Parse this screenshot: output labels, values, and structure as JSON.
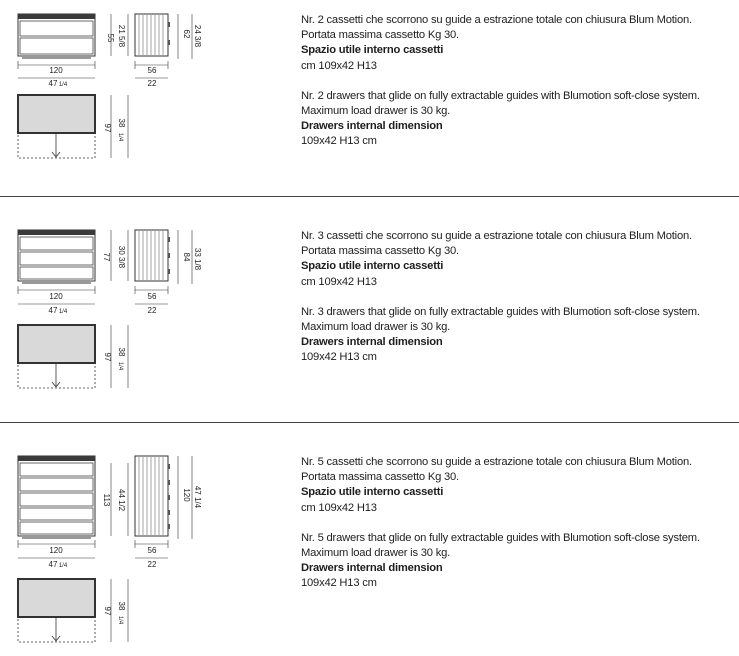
{
  "sections": [
    {
      "front": {
        "width_cm": "120",
        "width_in": "47",
        "width_in_frac": "1/4",
        "height_cm": "55",
        "height_in": "21 5/8"
      },
      "side": {
        "depth_cm": "56",
        "depth_in": "22",
        "height_cm": "62",
        "height_in": "24 3/8"
      },
      "top": {
        "depth_cm": "97",
        "depth_in": "38",
        "depth_in_frac": "1/4"
      },
      "drawers": 2,
      "it_line1": "Nr. 2 cassetti che scorrono su guide a estrazione totale con chiusura Blum Motion.",
      "it_line2": "Portata massima cassetto Kg 30.",
      "it_title": "Spazio utile interno cassetti",
      "it_dim": "cm 109x42 H13",
      "en_line1": "Nr. 2 drawers that glide on fully extractable guides with Blumotion soft-close system.",
      "en_line2": "Maximum load drawer is 30 kg.",
      "en_title": "Drawers internal dimension",
      "en_dim": "109x42 H13 cm"
    },
    {
      "front": {
        "width_cm": "120",
        "width_in": "47",
        "width_in_frac": "1/4",
        "height_cm": "77",
        "height_in": "30 3/8"
      },
      "side": {
        "depth_cm": "56",
        "depth_in": "22",
        "height_cm": "84",
        "height_in": "33 1/8"
      },
      "top": {
        "depth_cm": "97",
        "depth_in": "38",
        "depth_in_frac": "1/4"
      },
      "drawers": 3,
      "it_line1": "Nr. 3 cassetti che scorrono su guide a estrazione totale con chiusura Blum Motion.",
      "it_line2": "Portata massima cassetto Kg 30.",
      "it_title": "Spazio utile interno cassetti",
      "it_dim": "cm 109x42 H13",
      "en_line1": "Nr. 3 drawers that glide on fully extractable guides with Blumotion soft-close system.",
      "en_line2": "Maximum load drawer is 30 kg.",
      "en_title": "Drawers internal dimension",
      "en_dim": "109x42 H13 cm"
    },
    {
      "front": {
        "width_cm": "120",
        "width_in": "47",
        "width_in_frac": "1/4",
        "height_cm": "113",
        "height_in": "44 1/2"
      },
      "side": {
        "depth_cm": "56",
        "depth_in": "22",
        "height_cm": "120",
        "height_in": "47 1/4"
      },
      "top": {
        "depth_cm": "97",
        "depth_in": "38",
        "depth_in_frac": "1/4"
      },
      "drawers": 5,
      "it_line1": "Nr. 5 cassetti che scorrono su guide a estrazione totale con chiusura Blum Motion.",
      "it_line2": "Portata massima cassetto Kg 30.",
      "it_title": "Spazio utile interno cassetti",
      "it_dim": "cm 109x42 H13",
      "en_line1": "Nr. 5 drawers that glide on fully extractable guides with Blumotion soft-close system.",
      "en_line2": "Maximum load drawer is 30 kg.",
      "en_title": "Drawers internal dimension",
      "en_dim": "109x42 H13 cm"
    }
  ]
}
